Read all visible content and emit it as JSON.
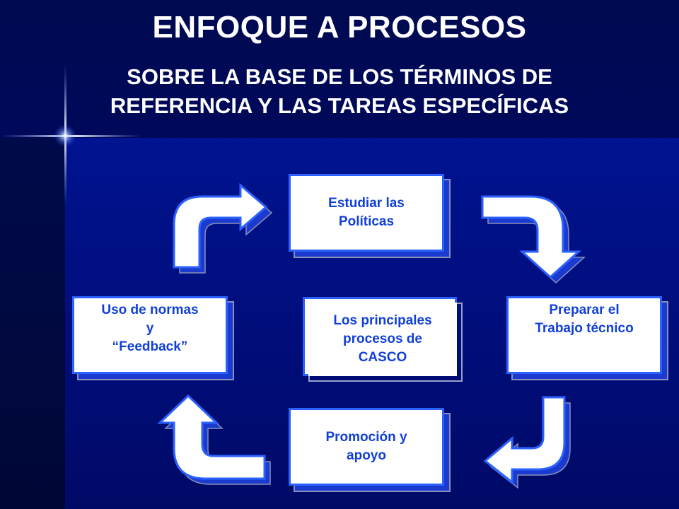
{
  "title": "ENFOQUE A PROCESOS",
  "subtitle": "SOBRE LA BASE DE LOS TÉRMINOS DE REFERENCIA Y LAS TAREAS ESPECÍFICAS",
  "center": {
    "lines": [
      "Los principales",
      "procesos de",
      "CASCO"
    ]
  },
  "steps": {
    "estudiar": {
      "lines": [
        "Estudiar las",
        "Políticas"
      ]
    },
    "preparar": {
      "lines": [
        "Preparar el",
        "Trabajo técnico"
      ]
    },
    "promocion": {
      "lines": [
        "Promoción y",
        "apoyo"
      ]
    },
    "uso": {
      "lines": [
        "Uso de normas",
        "y",
        "“Feedback”"
      ]
    }
  },
  "colors": {
    "box_border": "#2b62ff",
    "box_text": "#1140d8",
    "background": "#000d7a",
    "title_text": "#ffffff"
  }
}
